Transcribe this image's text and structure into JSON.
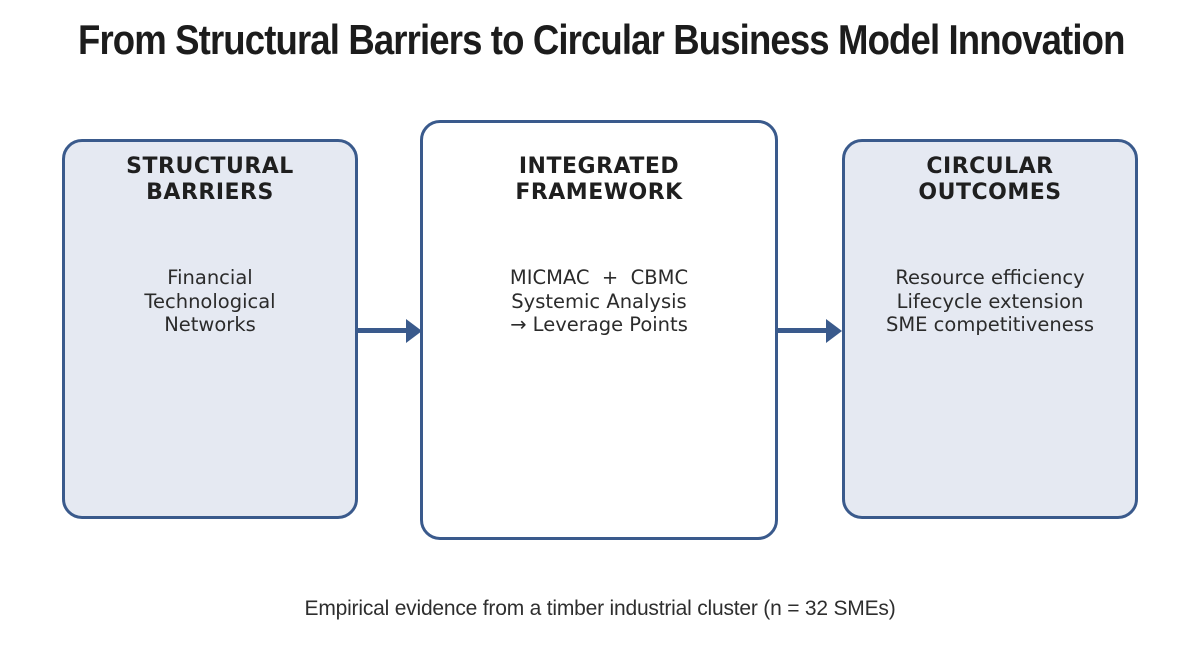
{
  "title": "From Structural Barriers to Circular Business Model Innovation",
  "caption": "Empirical evidence from a timber industrial cluster (n = 32 SMEs)",
  "boxes": {
    "left": {
      "header": "STRUCTURAL\nBARRIERS",
      "body": "Financial\nTechnological\nNetworks"
    },
    "middle": {
      "header": "INTEGRATED\nFRAMEWORK",
      "body": "MICMAC  +  CBMC\nSystemic Analysis\n→ Leverage Points"
    },
    "right": {
      "header": "CIRCULAR\nOUTCOMES",
      "body": "Resource efficiency\nLifecycle extension\nSME competitiveness"
    }
  },
  "colors": {
    "box_border": "#3a5a8c",
    "arrow": "#3a5a8c",
    "side_box_fill": "#e5e9f2",
    "middle_box_fill": "#ffffff",
    "title_text": "#1c1c1c",
    "body_text": "#2b2b2b"
  }
}
